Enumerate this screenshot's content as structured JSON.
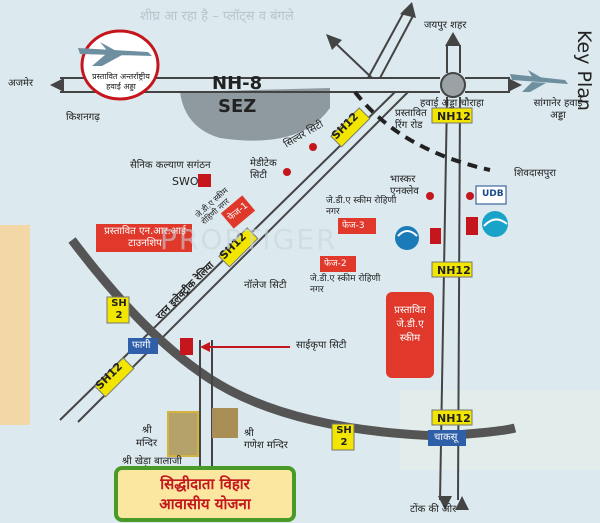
{
  "map": {
    "top_banner": "शीघ्र आ रहा है – प्लॉट्स व बंगले",
    "key_plan": "Key Plan",
    "watermark": "PROPTIGER",
    "places": {
      "ajmer": "अजमेर",
      "kishangarh": "किशनगढ़",
      "airport_intl": "प्रस्तावित अन्तर्राष्ट्रीय हवाई अड्डा",
      "jaipur": "जयपुर शहर",
      "hawai_adda_chauraha": "हवाई अड्डा चौराहा",
      "sanganer": "सांगानेर हवाई अड्डा",
      "proposed_ring_road": "प्रस्तावित रिंग रोड",
      "sainik": "सैनिक कल्याण सगंठन",
      "swo": "SWO",
      "medictech": "मेडीटेक सिटी",
      "silver_city": "सिल्वर सिटी",
      "bhaskar": "भास्कर एनक्लेव",
      "shivdaspura": "शिवदासपुरा",
      "jda_phase1": "जे.डी.ए स्कीम रोहिणी नगर",
      "phase1": "फेज-1",
      "jda_rohini": "जे.डी.ए स्कीम रोहिणी नगर",
      "phase3": "फेज-3",
      "nri": "प्रस्तावित एन.आर.आई टाउनशिप",
      "ratan_line": "रतन इलेक्ट्रीक रेलिया",
      "phase2": "फेज-2",
      "jda_phase2": "जे.डी.ए स्कीम रोहिणी नगर",
      "knowledge_city": "नॉलेज सिटी",
      "proposed_jda": "प्रस्तावित जे.डी.ए स्कीम",
      "fagi": "फागी",
      "saikripa": "साईकृपा सिटी",
      "mandir_left": "मन्दिर",
      "shri_left": "श्री",
      "khera_balaji": "श्री खेड़ा बालाजी",
      "shri_right": "श्री",
      "ganesh": "गणेश मन्दिर",
      "chaksu": "चाकसू",
      "tonk": "टोंक की ओर",
      "project_line1": "सिद्धीदाता विहार",
      "project_line2": "आवासीय योजना",
      "udb": "UDB"
    },
    "roads": {
      "nh8": "NH-8",
      "sez": "SEZ",
      "nh12_a": "NH12",
      "nh12_b": "NH12",
      "nh12_c": "NH12",
      "sh12_a": "SH12",
      "sh12_b": "SH12",
      "sh12_c": "SH12",
      "sh2_a": "SH\n2",
      "sh2_b": "SH\n2"
    },
    "colors": {
      "road": "#555555",
      "red": "#c4161c",
      "shield": "#f2e600",
      "green_border": "#4a9a2a"
    }
  }
}
